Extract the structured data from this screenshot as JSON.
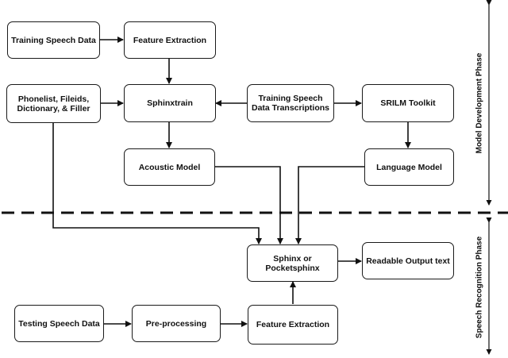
{
  "nodes": {
    "training_speech_data": "Training Speech Data",
    "feature_extraction_top": "Feature Extraction",
    "phonelist": "Phonelist, Fileids, Dictionary, & Filler",
    "sphinxtrain": "Sphinxtrain",
    "transcriptions": "Training Speech Data Transcriptions",
    "srilm": "SRILM Toolkit",
    "acoustic_model": "Acoustic Model",
    "language_model": "Language Model",
    "sphinx": "Sphinx or Pocketsphinx",
    "readable_output": "Readable Output text",
    "testing_speech_data": "Testing Speech Data",
    "preprocessing": "Pre-processing",
    "feature_extraction_bottom": "Feature Extraction"
  },
  "phases": {
    "development": "Model Development Phase",
    "recognition": "Speech Recognition Phase"
  }
}
